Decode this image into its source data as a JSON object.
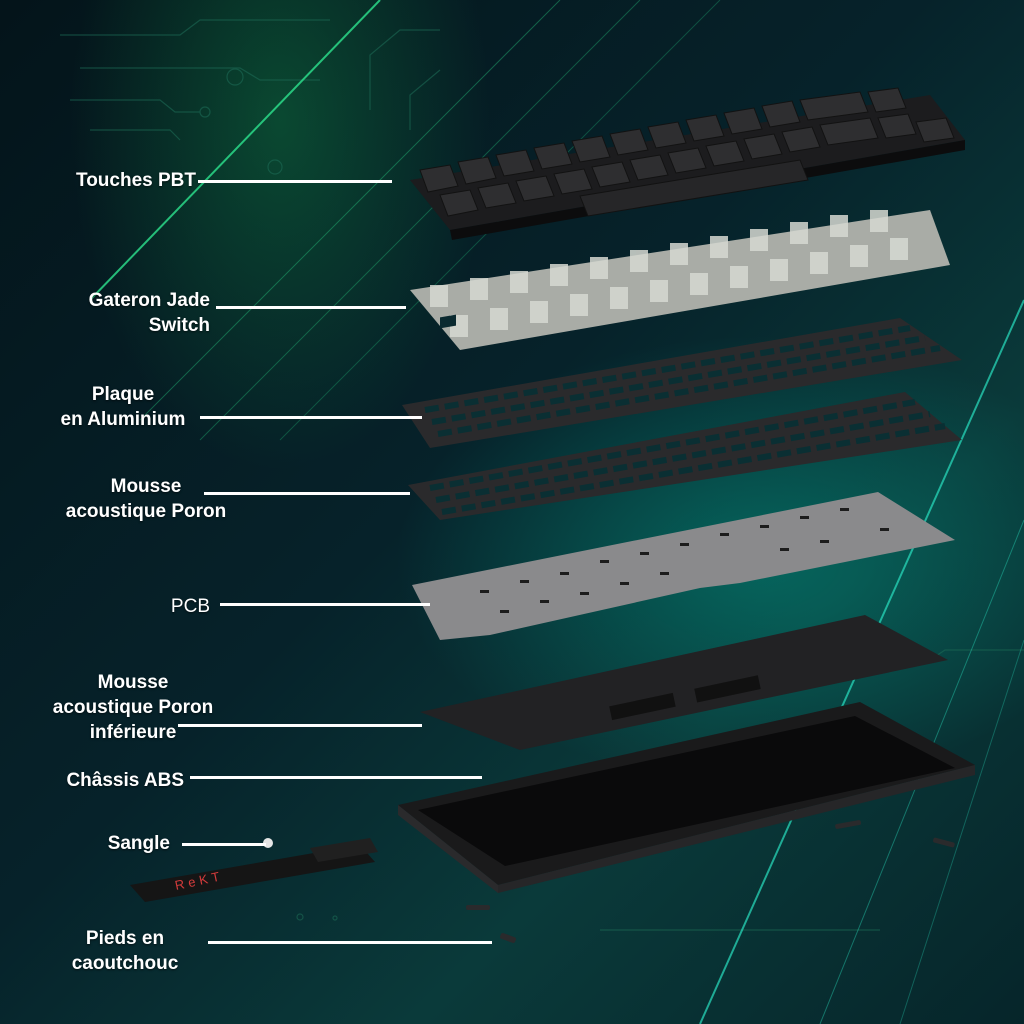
{
  "diagram": {
    "type": "exploded-view",
    "subject": "mechanical keyboard",
    "colors": {
      "background": "#041820",
      "accent_green": "#1ee27a",
      "accent_teal": "#19c4a8",
      "label_text": "#ffffff",
      "leader_line": "#ffffff",
      "strap_logo": "#e03a3a"
    },
    "components": [
      {
        "id": "keycaps",
        "label": "Touches PBT"
      },
      {
        "id": "switches",
        "label_line1": "Gateron Jade",
        "label_line2": "Switch"
      },
      {
        "id": "plate",
        "label_line1": "Plaque",
        "label_line2": "en Aluminium"
      },
      {
        "id": "foam",
        "label_line1": "Mousse",
        "label_line2": "acoustique Poron"
      },
      {
        "id": "pcb",
        "label": "PCB"
      },
      {
        "id": "bottom-foam",
        "label_line1": "Mousse",
        "label_line2": "acoustique Poron",
        "label_line3": "inférieure"
      },
      {
        "id": "case",
        "label": "Châssis ABS"
      },
      {
        "id": "strap",
        "label": "Sangle",
        "logo_text": "ReKT"
      },
      {
        "id": "feet",
        "label_line1": "Pieds en",
        "label_line2": "caoutchouc"
      }
    ]
  }
}
